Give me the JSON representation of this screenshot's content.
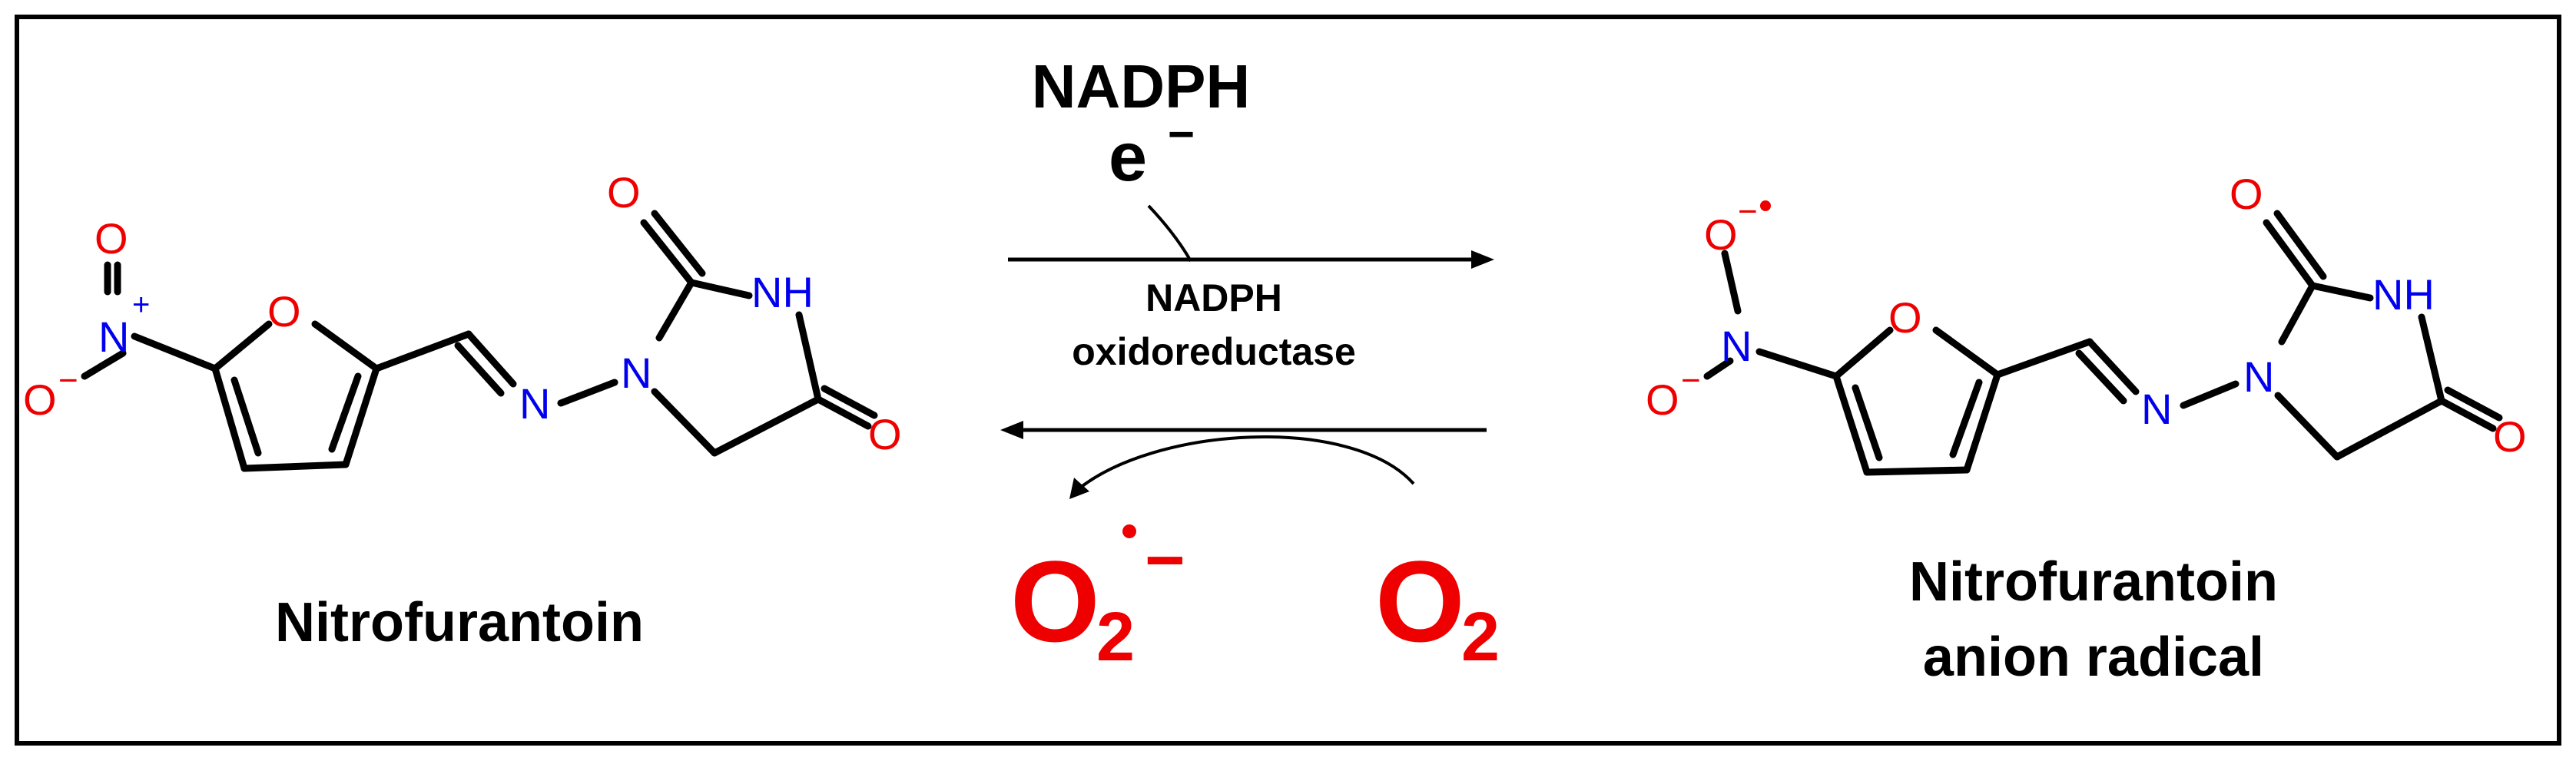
{
  "colors": {
    "frame": "#000000",
    "bond": "#000000",
    "oxygen": "#ee0000",
    "nitrogen": "#0000ee",
    "text": "#000000",
    "superoxide": "#ee0000"
  },
  "left_molecule": {
    "name": "Nitrofurantoin",
    "atoms": {
      "nitro_o_top": "O",
      "nitro_n": "N",
      "nitro_n_charge": "+",
      "nitro_o_left": "O",
      "nitro_o_left_charge": "−",
      "furan_o": "O",
      "imine_n": "N",
      "ring_n": "N",
      "carbonyl_o_top": "O",
      "nh": "NH",
      "carbonyl_o_right": "O"
    }
  },
  "right_molecule": {
    "name_line1": "Nitrofurantoin",
    "name_line2": "anion radical",
    "atoms": {
      "nitro_o_top": "O",
      "nitro_o_top_charge": "−",
      "nitro_n": "N",
      "nitro_o_left": "O",
      "nitro_o_left_charge": "−",
      "furan_o": "O",
      "imine_n": "N",
      "ring_n": "N",
      "carbonyl_o_top": "O",
      "nh": "NH",
      "carbonyl_o_right": "O"
    }
  },
  "reaction": {
    "cofactor": "NADPH",
    "electron": "e",
    "electron_charge": "−",
    "enzyme_line1": "NADPH",
    "enzyme_line2": "oxidoreductase",
    "superoxide_base": "O",
    "superoxide_sub": "2",
    "superoxide_charge": "−",
    "oxygen_base": "O",
    "oxygen_sub": "2"
  }
}
